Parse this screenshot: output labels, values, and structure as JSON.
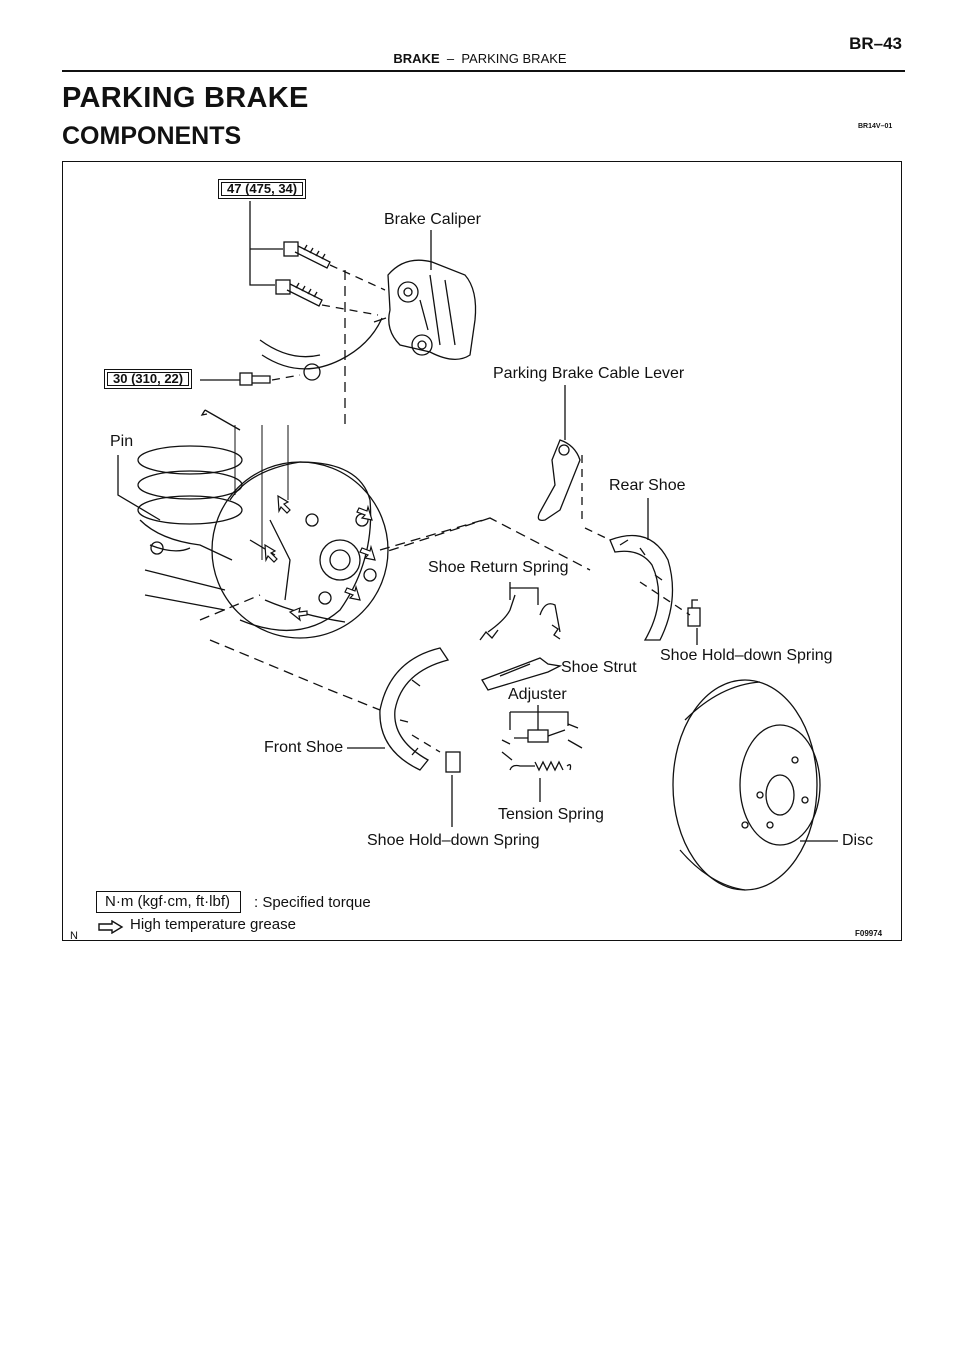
{
  "header": {
    "section": "BRAKE",
    "dash": "–",
    "subsection": "PARKING BRAKE",
    "page_number": "BR–43"
  },
  "title": "PARKING BRAKE",
  "subtitle": "COMPONENTS",
  "doc_code": "BR14V–01",
  "figure": {
    "figure_code": "F09974",
    "n_mark": "N",
    "torque_values": {
      "caliper_bolt": "47 (475, 34)",
      "hose_bolt": "30 (310, 22)"
    },
    "labels": {
      "brake_caliper": "Brake Caliper",
      "parking_brake_cable_lever": "Parking Brake Cable Lever",
      "rear_shoe": "Rear Shoe",
      "pin": "Pin",
      "shoe_return_spring": "Shoe Return Spring",
      "shoe_holddown_spring_right": "Shoe Hold–down Spring",
      "shoe_strut": "Shoe Strut",
      "adjuster": "Adjuster",
      "front_shoe": "Front Shoe",
      "tension_spring": "Tension Spring",
      "shoe_holddown_spring_bottom": "Shoe Hold–down Spring",
      "disc": "Disc"
    },
    "legend": {
      "torque_unit": "N·m (kgf·cm, ft·lbf)",
      "torque_desc": ": Specified torque",
      "grease_desc": "High temperature grease",
      "grease_icon": "grease-arrow-icon"
    }
  }
}
